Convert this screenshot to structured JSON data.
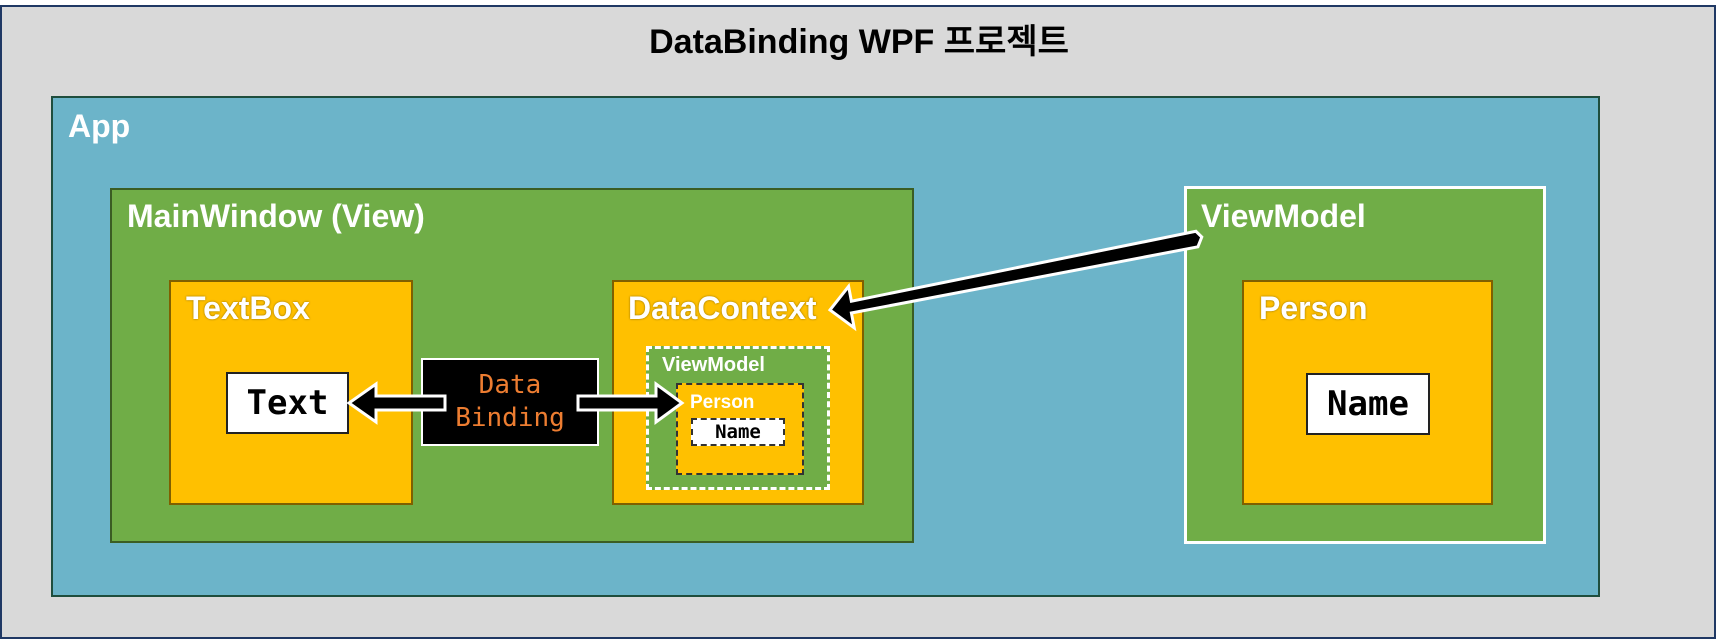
{
  "title": "DataBinding WPF 프로젝트",
  "app": {
    "label": "App"
  },
  "main_window": {
    "label": "MainWindow (View)",
    "textbox": {
      "label": "TextBox",
      "field": "Text"
    },
    "binding": {
      "line1": "Data",
      "line2": "Binding"
    },
    "data_context": {
      "label": "DataContext",
      "viewmodel_label": "ViewModel",
      "person_label": "Person",
      "name": "Name"
    }
  },
  "viewmodel": {
    "label": "ViewModel",
    "person": {
      "label": "Person",
      "field": "Name"
    }
  },
  "colors": {
    "background": "#d9d9d9",
    "app": "#6cb4c9",
    "container_green": "#70ad47",
    "component_yellow": "#ffc000",
    "binding_box": "#000000",
    "binding_text": "#ed7d31"
  }
}
